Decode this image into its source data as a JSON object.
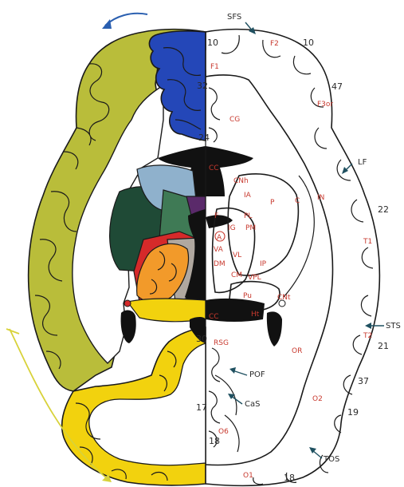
{
  "colors": {
    "olive": "#b9bd3a",
    "blue": "#2447b8",
    "yellow": "#f2d20e",
    "dark_green": "#1f4a36",
    "mid_green": "#3f7a55",
    "light_blue": "#8fb1cc",
    "purple": "#5a2a6a",
    "red": "#d52a2a",
    "orange": "#f29a2a",
    "grey": "#b0a8a0",
    "black": "#111111",
    "label_red": "#c8392e"
  },
  "labels_red": [
    {
      "id": "F2",
      "text": "F2"
    },
    {
      "id": "F1",
      "text": "F1"
    },
    {
      "id": "F3or",
      "text": "F3or"
    },
    {
      "id": "CG",
      "text": "CG"
    },
    {
      "id": "CC_top",
      "text": "CC"
    },
    {
      "id": "CNh",
      "text": "CNh"
    },
    {
      "id": "IA",
      "text": "IA"
    },
    {
      "id": "P",
      "text": "P"
    },
    {
      "id": "C",
      "text": "C"
    },
    {
      "id": "IN",
      "text": "IN"
    },
    {
      "id": "F",
      "text": "F"
    },
    {
      "id": "PL",
      "text": "PL"
    },
    {
      "id": "IG",
      "text": "IG"
    },
    {
      "id": "PM",
      "text": "PM"
    },
    {
      "id": "A",
      "text": "A"
    },
    {
      "id": "VA",
      "text": "VA"
    },
    {
      "id": "VL",
      "text": "VL"
    },
    {
      "id": "DM",
      "text": "DM"
    },
    {
      "id": "IP",
      "text": "IP"
    },
    {
      "id": "CM",
      "text": "CM"
    },
    {
      "id": "VPL",
      "text": "VPL"
    },
    {
      "id": "Pu",
      "text": "Pu"
    },
    {
      "id": "CNt",
      "text": "CNt"
    },
    {
      "id": "Ht",
      "text": "Ht"
    },
    {
      "id": "CC_bot",
      "text": "CC"
    },
    {
      "id": "T1",
      "text": "T1"
    },
    {
      "id": "T2",
      "text": "T2"
    },
    {
      "id": "RSG",
      "text": "RSG"
    },
    {
      "id": "OR",
      "text": "OR"
    },
    {
      "id": "O2",
      "text": "O2"
    },
    {
      "id": "O6",
      "text": "O6"
    },
    {
      "id": "O1",
      "text": "O1"
    }
  ],
  "labels_dark": [
    {
      "id": "SFS",
      "text": "SFS"
    },
    {
      "id": "n10a",
      "text": "10"
    },
    {
      "id": "n10b",
      "text": "10"
    },
    {
      "id": "n47",
      "text": "47"
    },
    {
      "id": "n32",
      "text": "32"
    },
    {
      "id": "n24",
      "text": "24"
    },
    {
      "id": "LF",
      "text": "LF"
    },
    {
      "id": "n22",
      "text": "22"
    },
    {
      "id": "STS",
      "text": "STS"
    },
    {
      "id": "n21",
      "text": "21"
    },
    {
      "id": "n30",
      "text": "30"
    },
    {
      "id": "POF",
      "text": "POF"
    },
    {
      "id": "CaS",
      "text": "CaS"
    },
    {
      "id": "n37",
      "text": "37"
    },
    {
      "id": "n19",
      "text": "19"
    },
    {
      "id": "n17",
      "text": "17"
    },
    {
      "id": "n18a",
      "text": "18"
    },
    {
      "id": "TOS",
      "text": "TOS"
    },
    {
      "id": "n18b",
      "text": "18"
    }
  ],
  "arrow_colors": {
    "top": "#2a5fb0",
    "side": "#d8d23a",
    "pointer": "#1f5060"
  }
}
